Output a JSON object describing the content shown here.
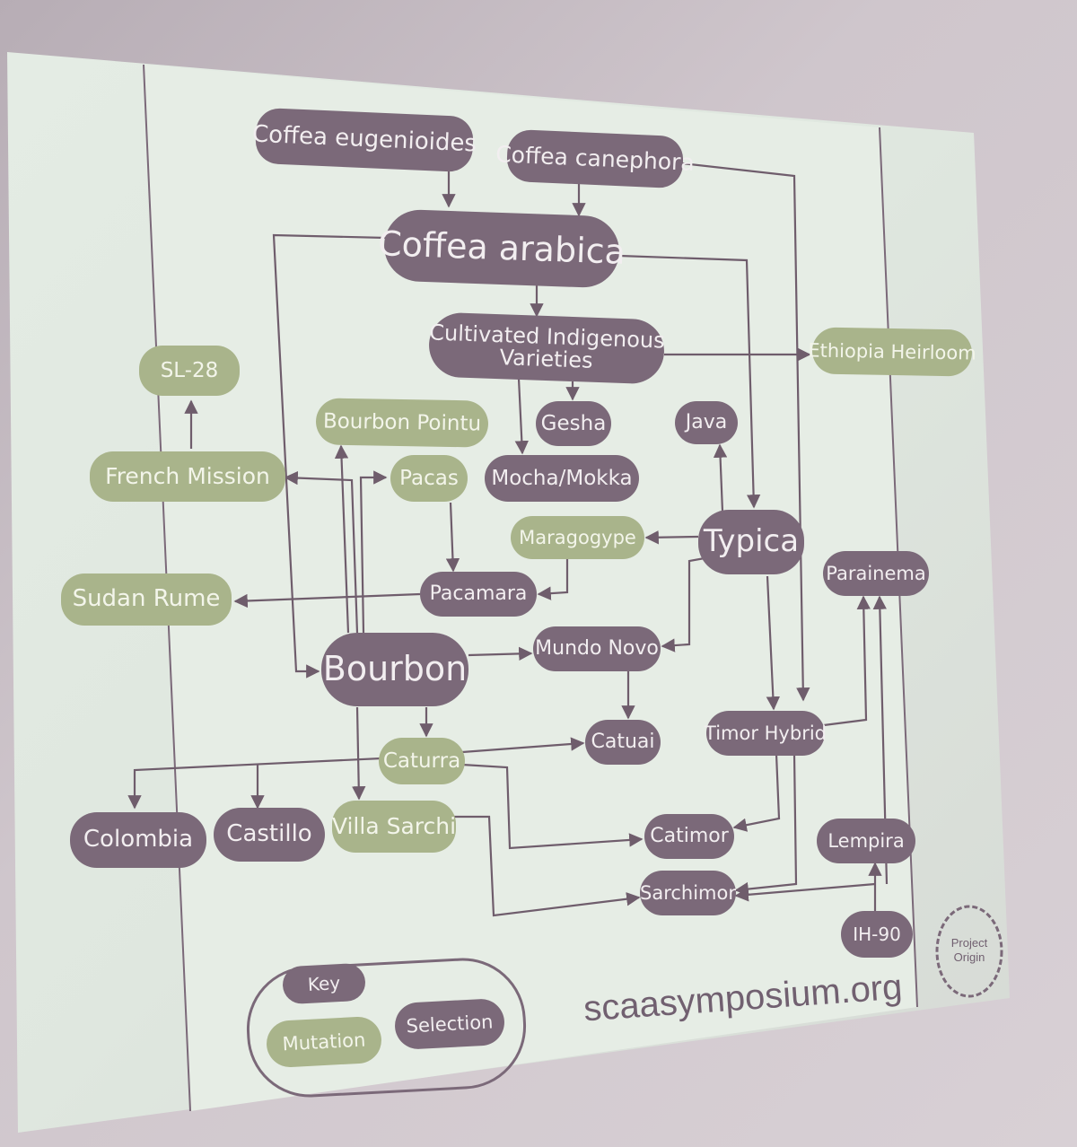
{
  "diagram": {
    "nodes": {
      "coffea_eugenioides": "Coffea eugenioides",
      "coffea_canephora": "Coffea canephora",
      "coffea_arabica": "Coffea arabica",
      "cultivated_line1": "Cultivated Indigenous",
      "cultivated_line2": "Varieties",
      "ethiopia_heirloom": "Ethiopia Heirloom",
      "sl28": "SL-28",
      "bourbon_pointu": "Bourbon Pointu",
      "gesha": "Gesha",
      "java": "Java",
      "french_mission": "French Mission",
      "pacas": "Pacas",
      "mocha": "Mocha/Mokka",
      "maragogype": "Maragogype",
      "typica": "Typica",
      "parainema": "Parainema",
      "sudan_rume": "Sudan Rume",
      "pacamara": "Pacamara",
      "bourbon": "Bourbon",
      "mundo_novo": "Mundo Novo",
      "catuai": "Catuai",
      "timor_hybrid": "Timor Hybrid",
      "caturra": "Caturra",
      "colombia": "Colombia",
      "castillo": "Castillo",
      "villa_sarchi": "Villa Sarchi",
      "catimor": "Catimor",
      "lempira": "Lempira",
      "sarchimor": "Sarchimor",
      "ih90": "IH-90"
    },
    "key": {
      "title": "Key",
      "mutation": "Mutation",
      "selection": "Selection"
    },
    "website": "scaasymposium.org",
    "logo_line1": "Project",
    "logo_line2": "Origin"
  },
  "colors": {
    "selection": "#7b6979",
    "mutation": "#a9b48b",
    "arrow": "#6f5d6c",
    "slide_bg": "#dfe8e0",
    "panel_bg": "#e9efe8"
  }
}
